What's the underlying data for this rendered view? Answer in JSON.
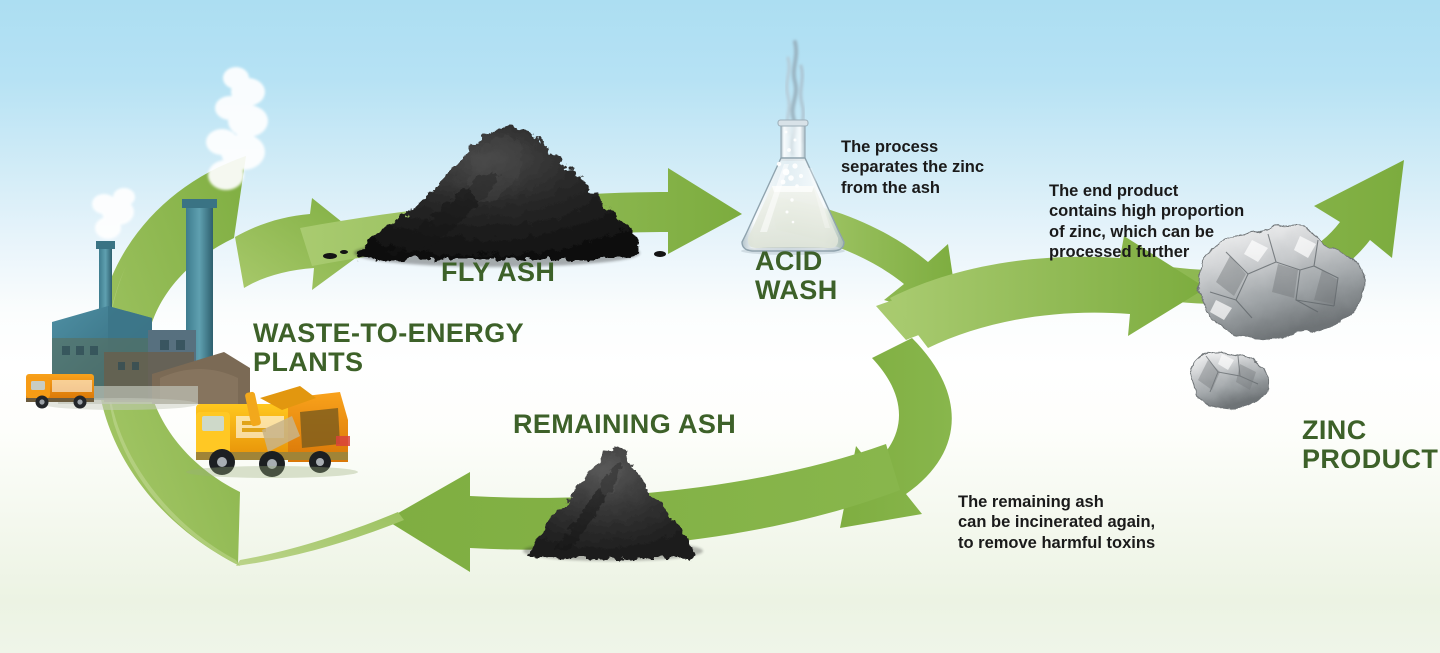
{
  "diagram": {
    "title": "Zinc recovery from waste-to-energy fly ash cycle",
    "background": {
      "top_color": "#ACDEF2",
      "mid_color": "#FFFFFF",
      "bottom_color": "#EFF5E9"
    },
    "arrow_color": "#7FAE41",
    "label_color": "#3D6129",
    "note_color": "#1A1A1A"
  },
  "labels": {
    "waste_to_energy": "WASTE-TO-ENERGY\nPLANTS",
    "fly_ash": "FLY ASH",
    "acid_wash": "ACID\nWASH",
    "remaining_ash": "REMAINING ASH",
    "zinc_product": "ZINC\nPRODUCT"
  },
  "notes": {
    "acid_wash": "The process\nseparates the zinc\nfrom the ash",
    "zinc_product": "The end product\ncontains high proportion\nof zinc, which can be\nprocessed further",
    "remaining_ash": "The remaining ash\ncan be incinerated again,\nto remove harmful toxins"
  },
  "illustrations": [
    {
      "name": "waste-to-energy-plant",
      "description": "industrial incineration plant with two smokestacks emitting white smoke"
    },
    {
      "name": "garbage-truck-small",
      "description": "orange refuse collection truck"
    },
    {
      "name": "garbage-truck-large",
      "description": "yellow refuse collection truck"
    },
    {
      "name": "fly-ash-pile",
      "description": "large mound of black fly ash powder"
    },
    {
      "name": "erlenmeyer-flask",
      "description": "conical laboratory flask with liquid and rising vapour"
    },
    {
      "name": "remaining-ash-pile",
      "description": "small conical mound of dark grey ash"
    },
    {
      "name": "zinc-rock-large",
      "description": "silvery grey zinc ore nugget"
    },
    {
      "name": "zinc-rock-small",
      "description": "smaller silvery grey zinc ore nugget"
    }
  ],
  "arrows": [
    {
      "name": "arrow-plant-to-flyash",
      "from": "WASTE-TO-ENERGY PLANTS",
      "to": "FLY ASH",
      "direction": "up-right"
    },
    {
      "name": "arrow-flyash-to-acidwash",
      "from": "FLY ASH",
      "to": "ACID WASH",
      "direction": "right"
    },
    {
      "name": "arrow-acidwash-down",
      "from": "ACID WASH",
      "to": "separation",
      "direction": "down-right"
    },
    {
      "name": "arrow-to-zinc-product",
      "from": "separation",
      "to": "ZINC PRODUCT",
      "direction": "up-right"
    },
    {
      "name": "arrow-to-remaining-ash",
      "from": "separation",
      "to": "REMAINING ASH",
      "direction": "down-left"
    },
    {
      "name": "arrow-remaining-ash-to-plant",
      "from": "REMAINING ASH",
      "to": "WASTE-TO-ENERGY PLANTS",
      "direction": "left"
    }
  ]
}
